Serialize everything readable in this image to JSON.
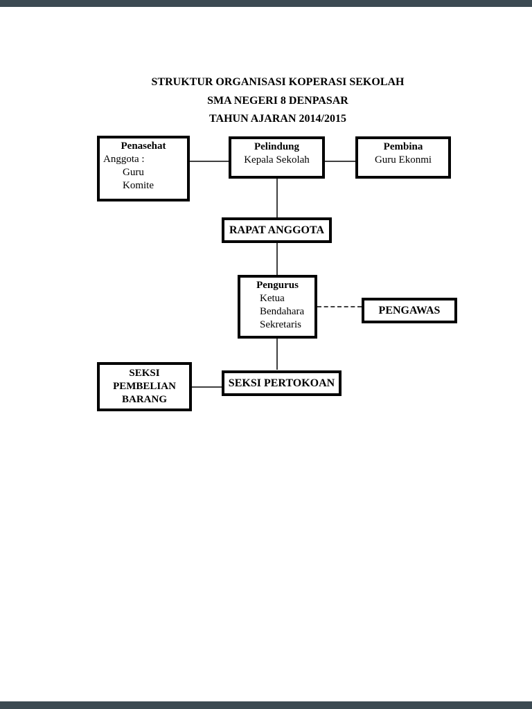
{
  "colors": {
    "chrome_bar": "#3c4a52",
    "box_border": "#000000",
    "connector": "#3f3f3f",
    "text": "#000000"
  },
  "title": {
    "line1": "STRUKTUR ORGANISASI KOPERASI SEKOLAH",
    "line2": "SMA NEGERI 8 DENPASAR",
    "line3": "TAHUN AJARAN 2014/2015"
  },
  "org_chart": {
    "nodes": {
      "penasehat": {
        "heading": "Penasehat",
        "lines": [
          "Anggota :",
          "Guru",
          "Komite"
        ]
      },
      "pelindung": {
        "heading": "Pelindung",
        "lines": [
          "Kepala Sekolah"
        ]
      },
      "pembina": {
        "heading": "Pembina",
        "lines": [
          "Guru Ekonmi"
        ]
      },
      "rapat_anggota": {
        "heading": "RAPAT ANGGOTA"
      },
      "pengurus": {
        "heading": "Pengurus",
        "lines": [
          "Ketua",
          "Bendahara",
          "Sekretaris"
        ]
      },
      "pengawas": {
        "heading": "PENGAWAS"
      },
      "seksi_pembelian_barang": {
        "lines": [
          "SEKSI",
          "PEMBELIAN",
          "BARANG"
        ]
      },
      "seksi_pertokoan": {
        "heading": "SEKSI PERTOKOAN"
      }
    },
    "connections": [
      {
        "from": "penasehat",
        "to": "pelindung",
        "style": "solid"
      },
      {
        "from": "pelindung",
        "to": "pembina",
        "style": "solid"
      },
      {
        "from": "pelindung",
        "to": "rapat_anggota",
        "style": "solid"
      },
      {
        "from": "rapat_anggota",
        "to": "pengurus",
        "style": "solid"
      },
      {
        "from": "pengurus",
        "to": "pengawas",
        "style": "dashed"
      },
      {
        "from": "pengurus",
        "to": "seksi_pertokoan",
        "style": "solid"
      },
      {
        "from": "seksi_pembelian_barang",
        "to": "seksi_pertokoan",
        "style": "solid"
      }
    ]
  }
}
